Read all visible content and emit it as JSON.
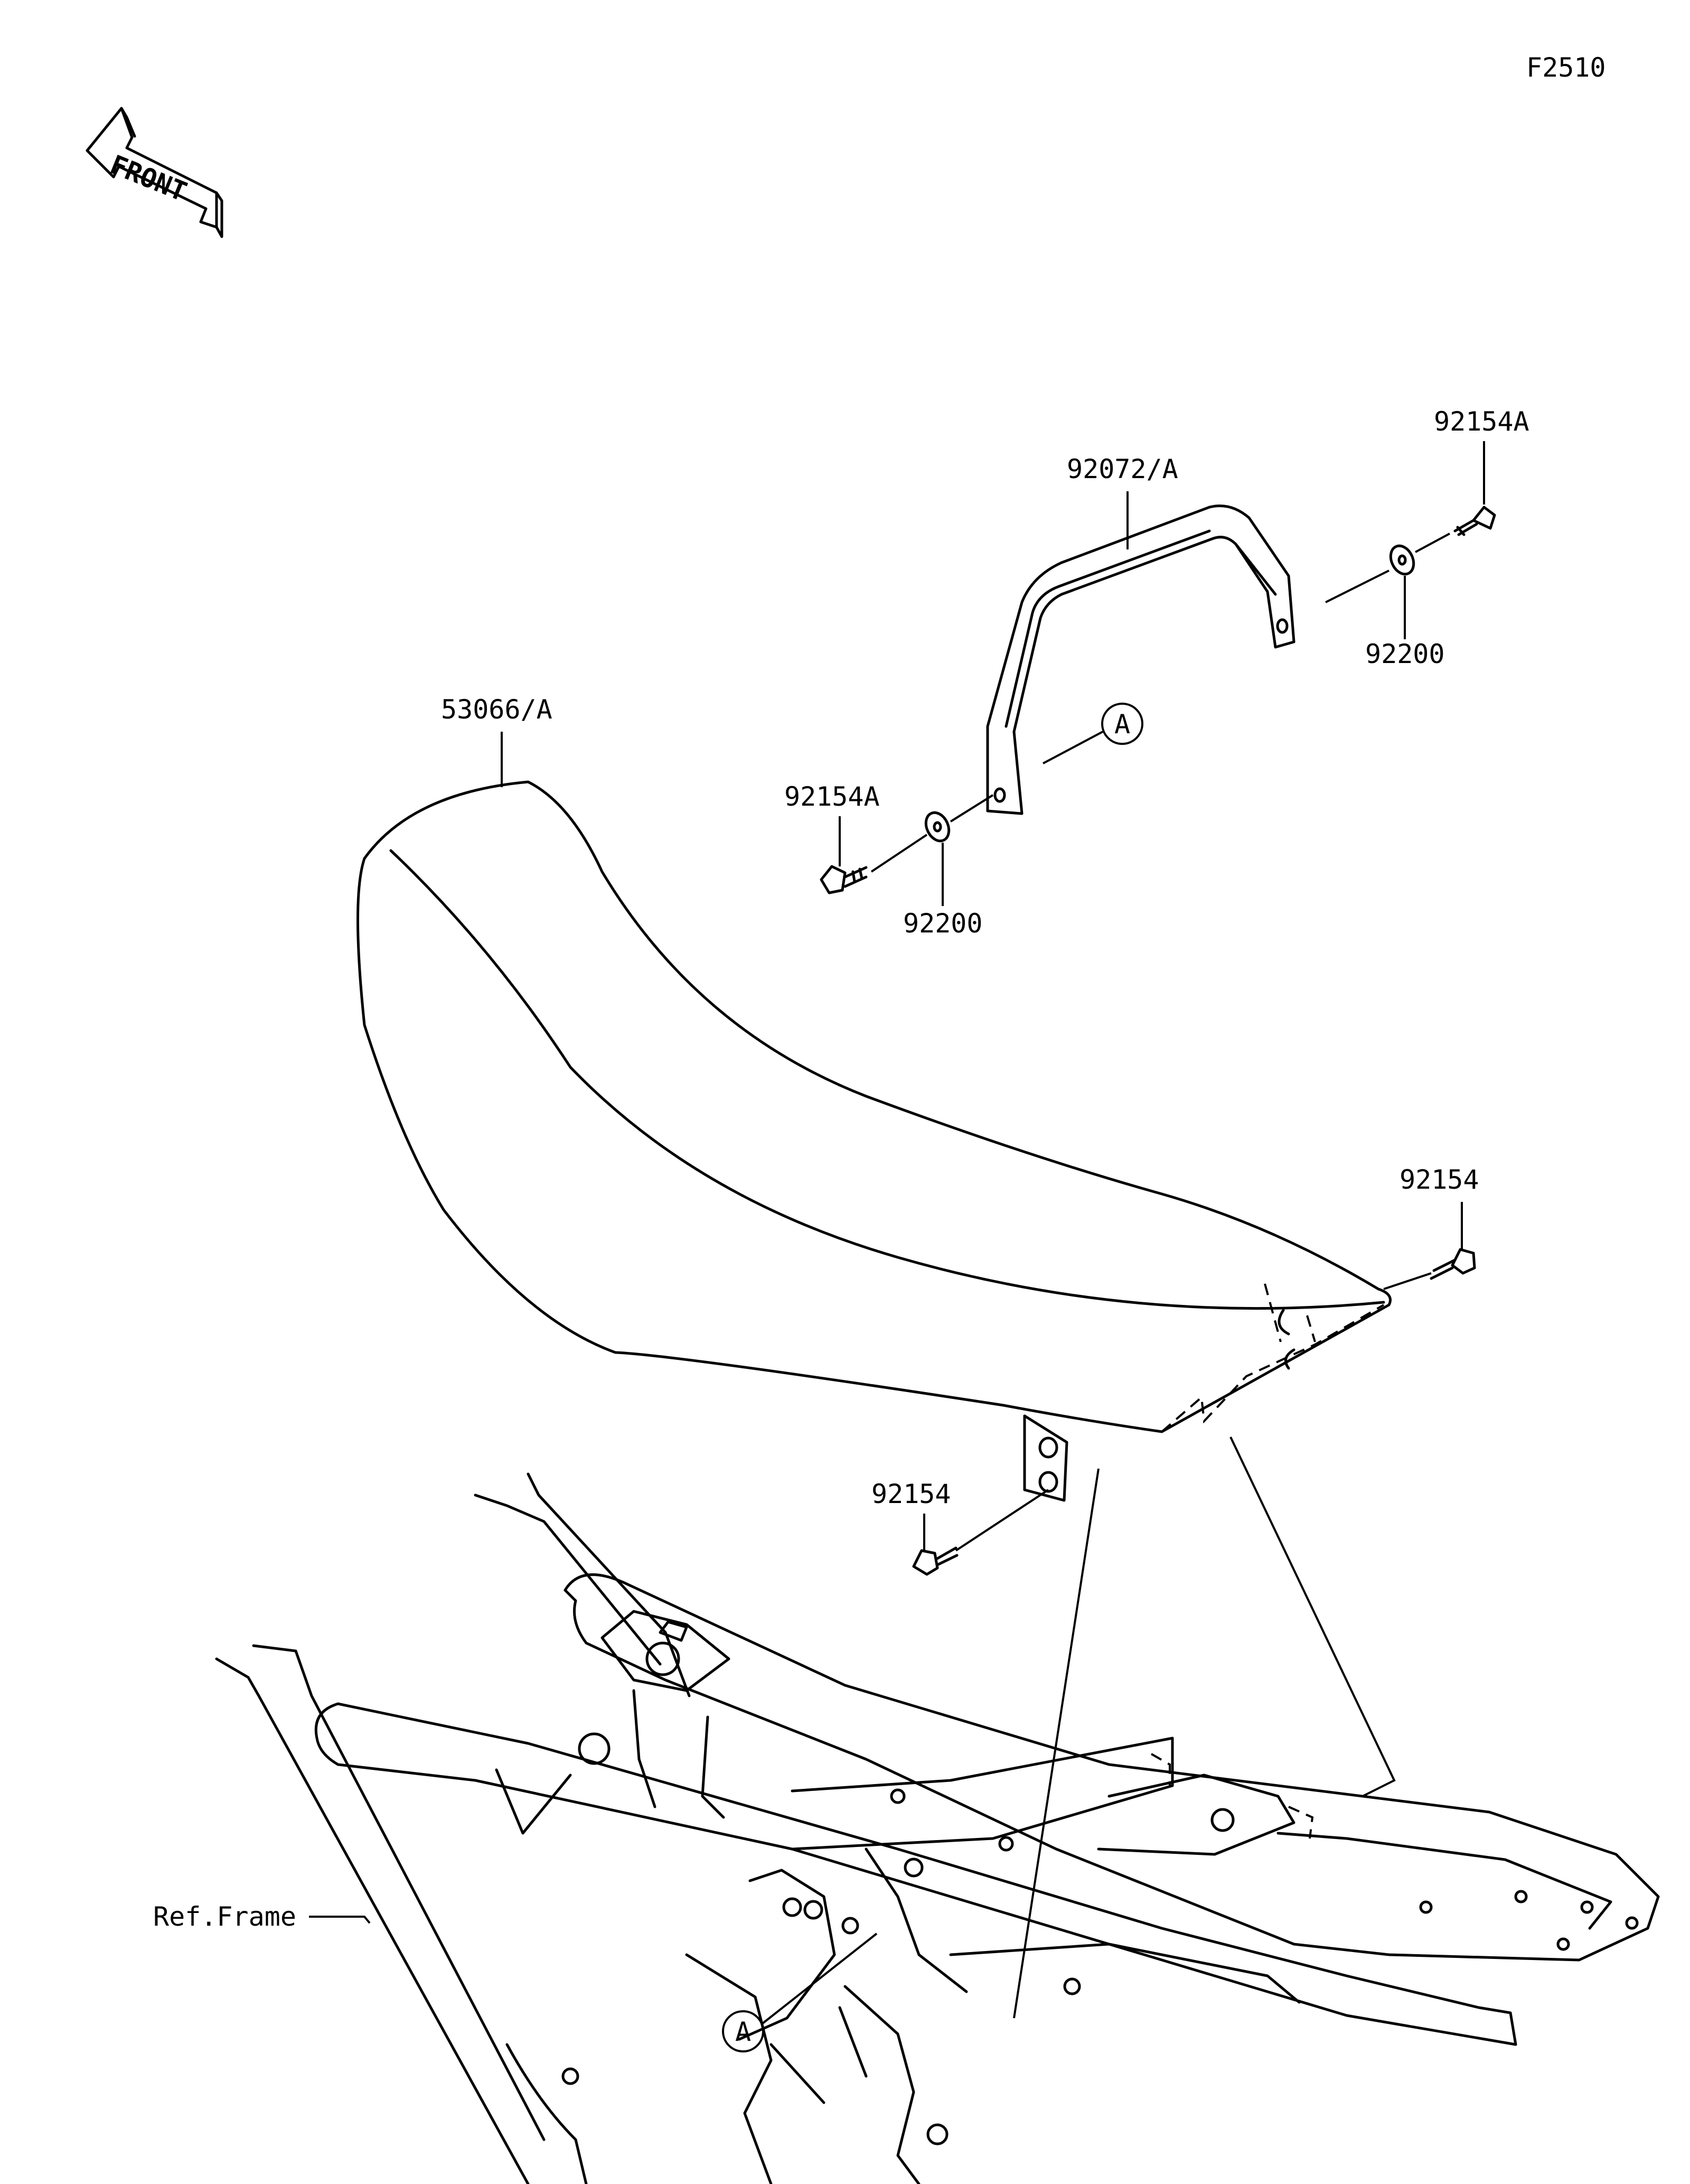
{
  "figure_id": "F2510",
  "front_label": "FRONT",
  "callouts": {
    "seat": "53066/A",
    "grab_bar": "92072/A",
    "bolt_upper_right": "92154A",
    "washer_upper_right": "92200",
    "bolt_left": "92154A",
    "washer_left": "92200",
    "bolt_seat_rear": "92154",
    "bolt_seat_bracket": "92154",
    "frame_ref": "Ref.Frame"
  },
  "reference_markers": {
    "upper": "A",
    "lower": "A"
  },
  "colors": {
    "line": "#000000",
    "background": "#ffffff"
  }
}
